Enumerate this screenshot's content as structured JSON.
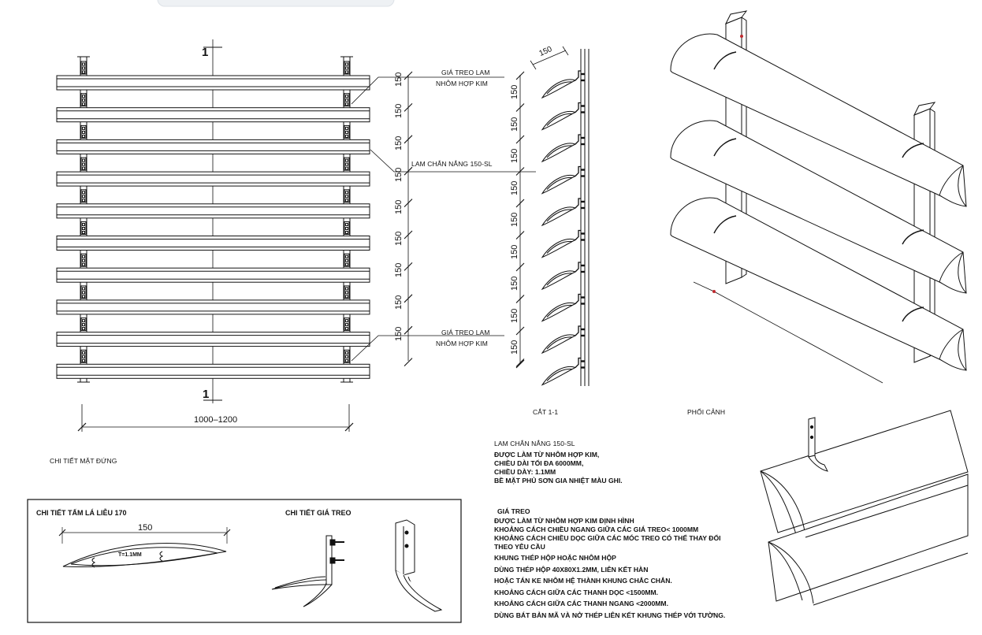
{
  "elevation": {
    "section_mark_top": "1",
    "section_mark_bottom": "1",
    "width_dimension": "1000–1200",
    "caption": "CHI TIẾT MẶT ĐỨNG"
  },
  "labels": {
    "bracket_top_line1": "GIÁ TREO LAM",
    "bracket_top_line2": "NHÔM HỢP KIM",
    "louver": "LAM CHẮN NẮNG 150-SL",
    "bracket_bottom_line1": "GIÁ TREO LAM",
    "bracket_bottom_line2": "NHÔM HỢP KIM"
  },
  "left_spacings": [
    "150",
    "150",
    "150",
    "150",
    "150",
    "150",
    "150",
    "150",
    "150"
  ],
  "section": {
    "caption": "CẮT 1-1",
    "blade_dimension": "150",
    "spacings": [
      "150",
      "150",
      "150",
      "150",
      "150",
      "150",
      "150",
      "150",
      "150"
    ]
  },
  "perspective": {
    "caption": "PHỐI CẢNH"
  },
  "detail_box": {
    "leaf_title": "CHI TIẾT TẤM LÁ LIỄU 170",
    "leaf_width": "150",
    "leaf_thickness": "T=1.1MM",
    "bracket_title": "CHI TIẾT GIÁ TREO"
  },
  "notes": {
    "product_title": "LAM CHẮN NẮNG 150-SL",
    "product_lines": [
      "ĐƯỢC LÀM TỪ NHÔM HỢP KIM,",
      "CHIỀU DÀI TỐI ĐA 6000MM,",
      "CHIỀU DÀY: 1.1MM",
      "BỀ MẶT PHỦ SƠN GIA NHIỆT MÀU GHI."
    ],
    "bracket_title": "GIÁ TREO",
    "bracket_lines": [
      "ĐƯỢC LÀM TỪ NHÔM HỢP KIM ĐỊNH HÌNH",
      "KHOẢNG CÁCH CHIỀU NGANG GIỮA CÁC GIÁ TREO< 1000MM",
      "KHOẢNG CÁCH CHIỀU DỌC GIỮA CÁC MÓC TREO CÓ THỂ THAY ĐỔI",
      "THEO YÊU CẦU",
      "KHUNG THÉP HỘP HOẶC NHÔM HỘP",
      "DÙNG THÉP HỘP 40X80X1.2MM, LIÊN KẾT HÀN",
      "HOẶC TÁN KE NHÔM HỆ THÀNH KHUNG CHẮC CHẮN.",
      "KHOẢNG CÁCH GIỮA CÁC THANH DỌC <1500MM.",
      "KHOẢNG CÁCH GIỮA CÁC THANH NGANG <2000MM.",
      "DÙNG BÁT BẢN MÃ VÀ NỞ THÉP LIÊN KẾT KHUNG THÉP VỚI TƯỜNG."
    ]
  }
}
